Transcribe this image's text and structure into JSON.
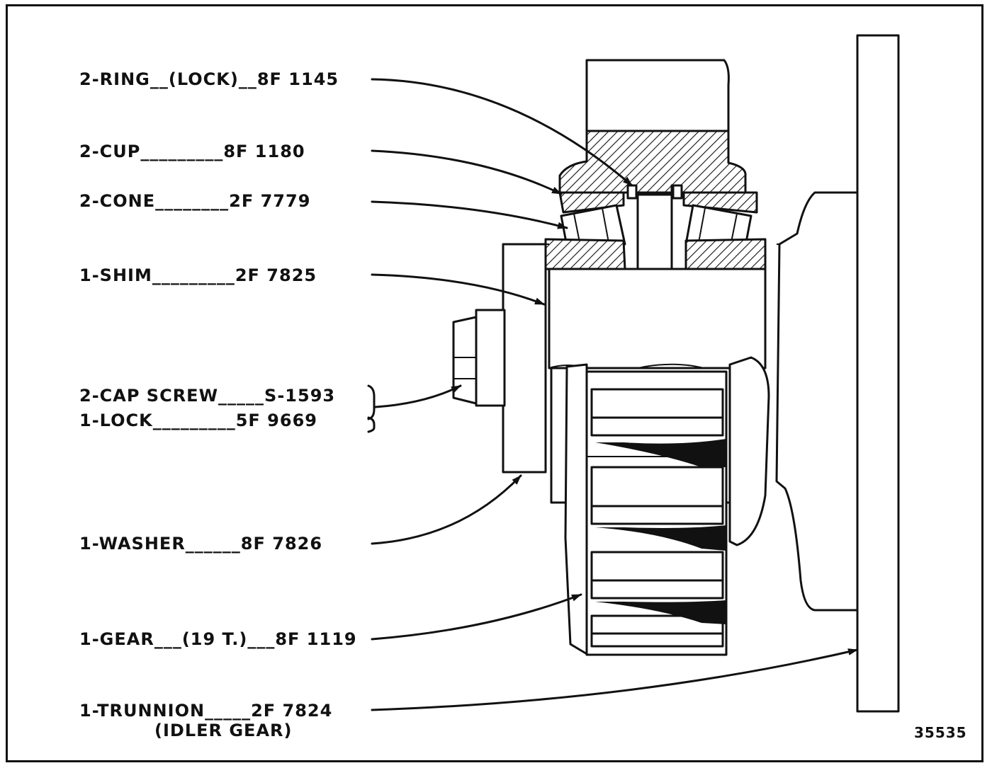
{
  "labels": {
    "ring": {
      "name": "2-RING",
      "dash1": "__",
      "note": "(LOCK)",
      "dash2": "__",
      "part": "8F 1145"
    },
    "cup": {
      "name": "2-CUP",
      "dash": "_________",
      "part": "8F 1180"
    },
    "cone": {
      "name": "2-CONE",
      "dash": "________",
      "part": "2F 7779"
    },
    "shim": {
      "name": "1-SHIM",
      "dash": "_________",
      "part": "2F 7825"
    },
    "capscrew": {
      "name": "2-CAP SCREW",
      "dash": "_____",
      "part": "S-1593"
    },
    "lock": {
      "name": "1-LOCK",
      "dash": "_________",
      "part": "5F 9669"
    },
    "washer": {
      "name": "1-WASHER",
      "dash": "______",
      "part": "8F 7826"
    },
    "gear": {
      "name": "1-GEAR",
      "dash1": "___",
      "note": "(19 T.)",
      "dash2": "___",
      "part": "8F 1119"
    },
    "trunnion": {
      "name": "1-TRUNNION",
      "dash": "_____",
      "part": "2F 7824",
      "note": "(IDLER GEAR)"
    }
  },
  "figure_number": "35535"
}
